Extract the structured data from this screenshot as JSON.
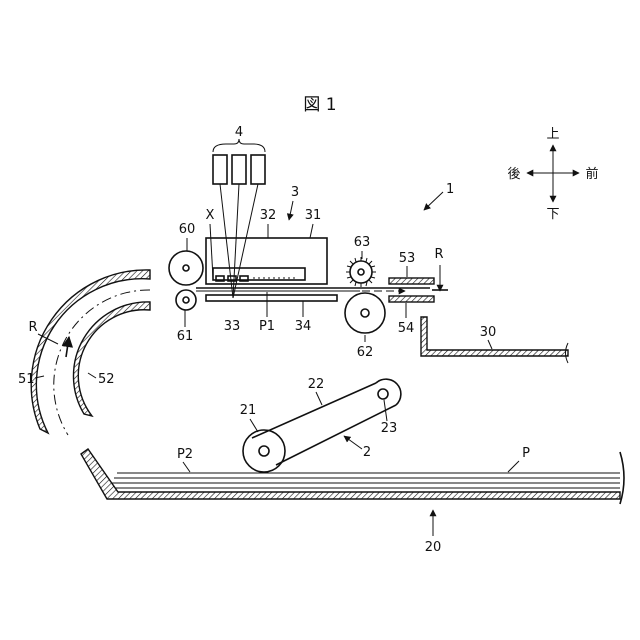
{
  "figure": {
    "title": "図 1"
  },
  "direction": {
    "up": "上",
    "down": "下",
    "front": "前",
    "back": "後"
  },
  "labels": {
    "device": "1",
    "unit2": "2",
    "unit3": "3",
    "group4": "4",
    "x_mark": "X",
    "r_right": "R",
    "r_left": "R",
    "p1": "P1",
    "p2": "P2",
    "p": "P",
    "n20": "20",
    "n21": "21",
    "n22": "22",
    "n23": "23",
    "n30": "30",
    "n31": "31",
    "n32": "32",
    "n33": "33",
    "n34": "34",
    "n51": "51",
    "n52": "52",
    "n53": "53",
    "n54": "54",
    "n60": "60",
    "n61": "61",
    "n62": "62",
    "n63": "63"
  }
}
